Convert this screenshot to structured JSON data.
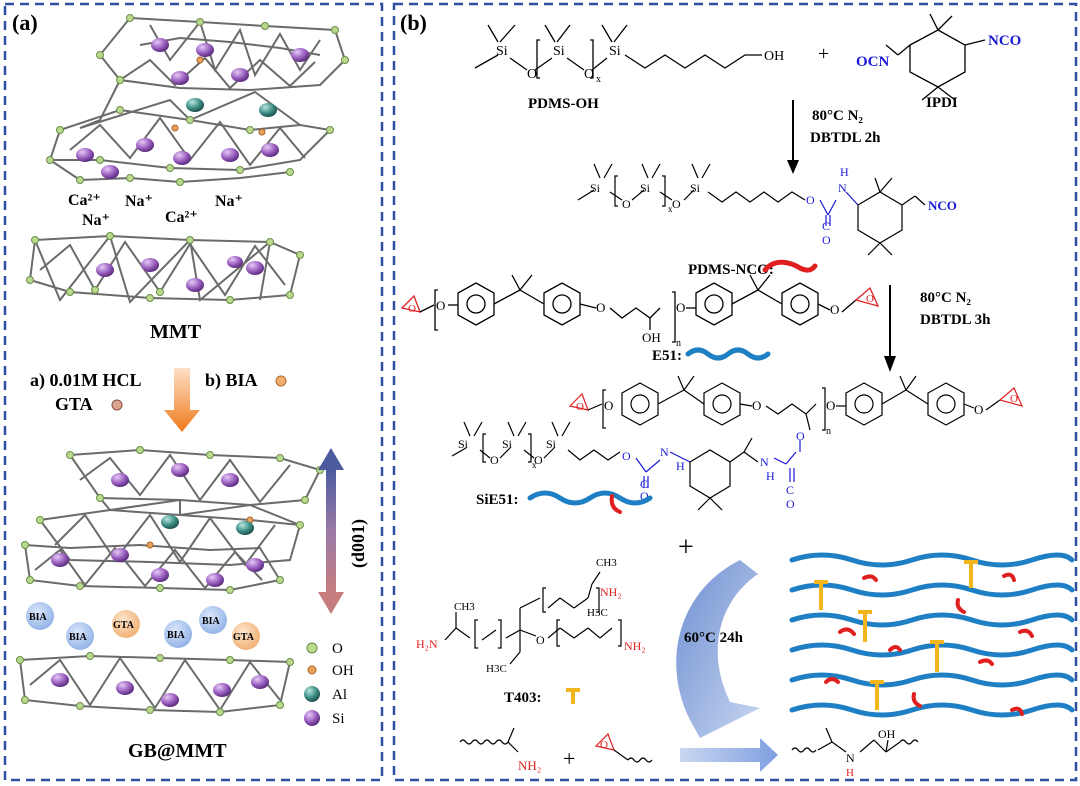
{
  "panel_a": {
    "label": "(a)",
    "ions": [
      "Ca²⁺",
      "Na⁺",
      "Na⁺",
      "Ca²⁺",
      "Na⁺"
    ],
    "mmt_label": "MMT",
    "step_a": "a) 0.01M HCL",
    "step_gta": "GTA",
    "step_b": "b) BIA",
    "d_spacing": "(d001)",
    "sphere_bia": "BIA",
    "sphere_gta": "GTA",
    "legend": [
      {
        "symbol": "O",
        "color": "#b9d98f"
      },
      {
        "symbol": "OH",
        "color": "#e8a25a"
      },
      {
        "symbol": "Al",
        "color": "#3e8f86"
      },
      {
        "symbol": "Si",
        "color": "#9b5fc0"
      }
    ],
    "product_label": "GB@MMT"
  },
  "panel_b": {
    "label": "(b)",
    "pdms_oh": "PDMS-OH",
    "ipdi": "IPDI",
    "nco": "NCO",
    "ocn": "OCN",
    "oh": "OH",
    "plus": "+",
    "cond1_line1": "80°C N₂",
    "cond1_line2": "DBTDL 2h",
    "pdms_nco": "PDMS-NCO:",
    "cond2_line1": "80°C N₂",
    "cond2_line2": "DBTDL 3h",
    "e51": "E51:",
    "sie51": "SiE51:",
    "t403": "T403:",
    "cond3": "60°C 24h",
    "nh2": "NH₂",
    "h2n": "H₂N",
    "colors": {
      "blue_chain": "#1f7fc4",
      "red_chain": "#e02020",
      "yellow_link": "#f2b51c",
      "nco_blue": "#1a1ad6"
    }
  }
}
